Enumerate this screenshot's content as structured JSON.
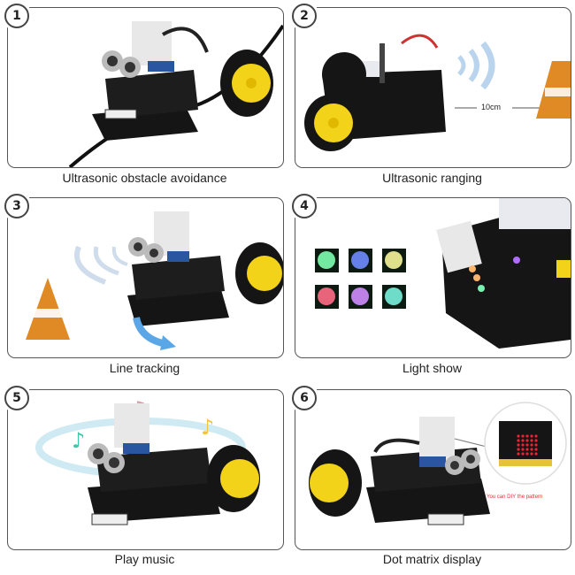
{
  "panels": [
    {
      "number": "1",
      "caption": "Ultrasonic obstacle avoidance",
      "scene": "robot car following black line with IR sensor glow"
    },
    {
      "number": "2",
      "caption": "Ultrasonic ranging",
      "scene": "robot car measuring distance to traffic cone",
      "distance_label": "10cm"
    },
    {
      "number": "3",
      "caption": "Line tracking",
      "scene": "robot car with sound waves and traffic cone, blue curved arrow"
    },
    {
      "number": "4",
      "caption": "Light show",
      "scene": "six RGB LED color tiles next to robot car",
      "led_colors": [
        "#7dffb0",
        "#6f8cff",
        "#f6f59a",
        "#ff6d86",
        "#d08cff",
        "#79f2dd"
      ]
    },
    {
      "number": "5",
      "caption": "Play music",
      "scene": "robot car with music notes"
    },
    {
      "number": "6",
      "caption": "Dot matrix display",
      "scene": "robot car with micro:bit dot matrix zoom",
      "note": "You can DIY the pattern"
    }
  ],
  "colors": {
    "frame": "#555555",
    "wheel": "#f3d21a",
    "chassis": "#151515",
    "cone": "#e08a25",
    "note_red": "#dd3333"
  }
}
